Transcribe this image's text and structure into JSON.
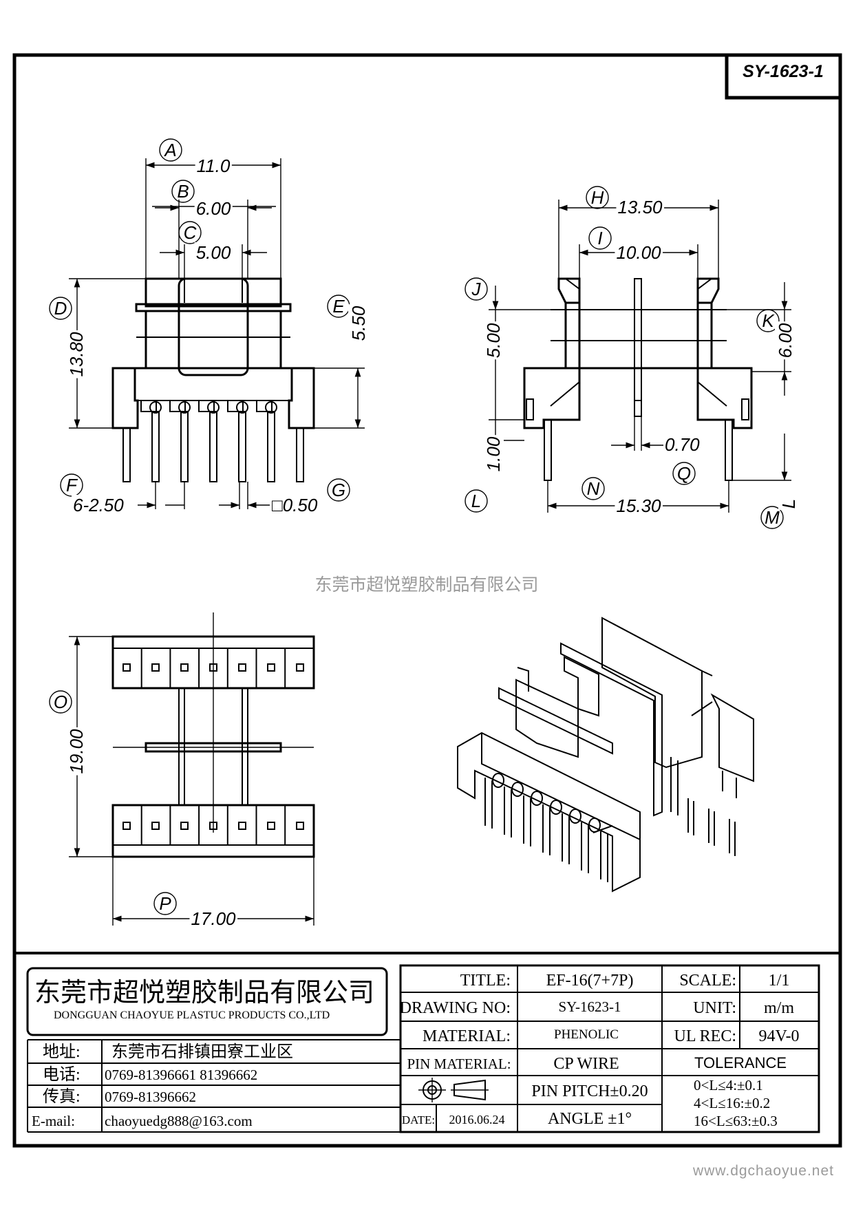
{
  "drawing_number_tag": "SY-1623-1",
  "watermark_center": "东莞市超悦塑胶制品有限公司",
  "watermark_corner": "www.dgchaoyue.net",
  "dimensions": {
    "A": {
      "letter": "A",
      "value": "11.0"
    },
    "B": {
      "letter": "B",
      "value": "6.00"
    },
    "C": {
      "letter": "C",
      "value": "5.00"
    },
    "D": {
      "letter": "D",
      "value": "13.80"
    },
    "E": {
      "letter": "E",
      "value": "5.50"
    },
    "F": {
      "letter": "F",
      "value": "6-2.50"
    },
    "G": {
      "letter": "G",
      "value": "□0.50"
    },
    "H": {
      "letter": "H",
      "value": "13.50"
    },
    "I": {
      "letter": "I",
      "value": "10.00"
    },
    "J": {
      "letter": "J",
      "value": "5.00"
    },
    "K": {
      "letter": "K",
      "value": "6.00"
    },
    "L": {
      "letter": "L",
      "value": "1.00"
    },
    "Q": {
      "letter": "Q",
      "value": "0.70"
    },
    "N": {
      "letter": "N",
      "value": "15.30"
    },
    "M": {
      "letter": "M",
      "value": "L"
    },
    "O": {
      "letter": "O",
      "value": "19.00"
    },
    "P": {
      "letter": "P",
      "value": "17.00"
    }
  },
  "title_block": {
    "company_cn": "东莞市超悦塑胶制品有限公司",
    "company_en": "DONGGUAN CHAOYUE PLASTUC PRODUCTS CO.,LTD",
    "address_label": "地址:",
    "address_value": "东莞市石排镇田寮工业区",
    "phone_label": "电话:",
    "phone_value": "0769-81396661   81396662",
    "fax_label": "传真:",
    "fax_value": "0769-81396662",
    "email_label": "E-mail:",
    "email_value": "chaoyuedg888@163.com",
    "title_label": "TITLE:",
    "title_value": "EF-16(7+7P)",
    "drawing_no_label": "DRAWING NO:",
    "drawing_no_value": "SY-1623-1",
    "material_label": "MATERIAL:",
    "material_value": "PHENOLIC",
    "pin_material_label": "PIN MATERIAL:",
    "pin_material_value": "CP WIRE",
    "pin_pitch": "PIN PITCH±0.20",
    "date_label": "DATE:",
    "date_value": "2016.06.24",
    "angle": "ANGLE  ±1°",
    "scale_label": "SCALE:",
    "scale_value": "1/1",
    "unit_label": "UNIT:",
    "unit_value": "m/m",
    "ul_label": "UL REC:",
    "ul_value": "94V-0",
    "tolerance_label": "TOLERANCE",
    "tolerance_1": "0<L≤4:±0.1",
    "tolerance_2": "4<L≤16:±0.2",
    "tolerance_3": "16<L≤63:±0.3"
  },
  "colors": {
    "line": "#000000",
    "watermark": "#9a9a9a",
    "paper": "#ffffff"
  }
}
